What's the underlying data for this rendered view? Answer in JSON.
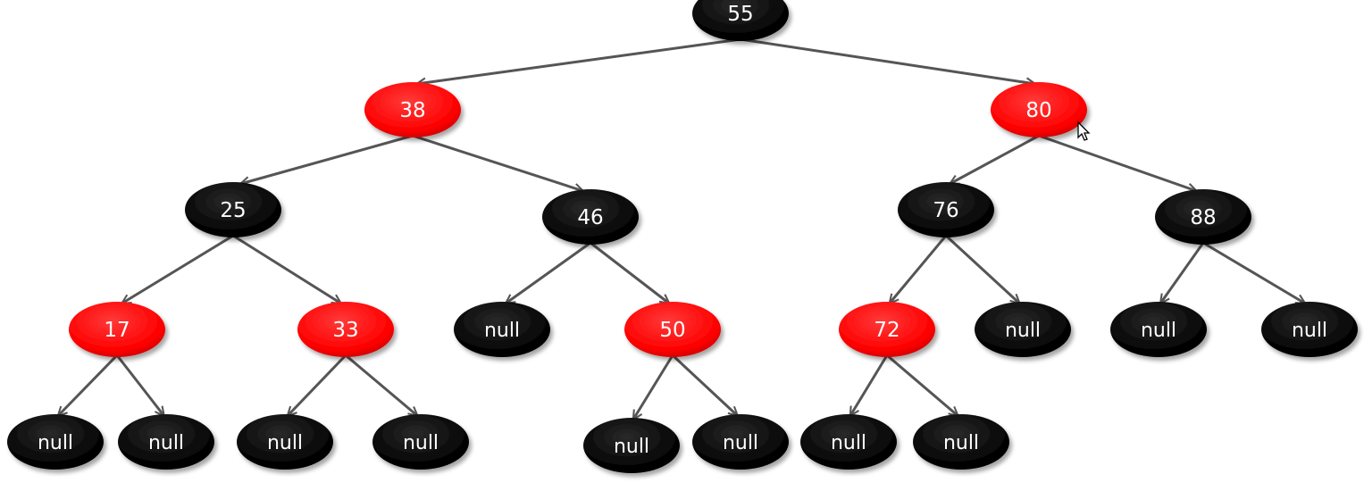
{
  "colors": {
    "red_node": "#ff0000",
    "black_node": "#000000",
    "edge": "#555555",
    "label": "#ffffff",
    "background": "#ffffff"
  },
  "tree": {
    "nodes": [
      {
        "id": "n55",
        "label": "55",
        "color": "black"
      },
      {
        "id": "n38",
        "label": "38",
        "color": "red"
      },
      {
        "id": "n80",
        "label": "80",
        "color": "red"
      },
      {
        "id": "n25",
        "label": "25",
        "color": "black"
      },
      {
        "id": "n46",
        "label": "46",
        "color": "black"
      },
      {
        "id": "n76",
        "label": "76",
        "color": "black"
      },
      {
        "id": "n88",
        "label": "88",
        "color": "black"
      },
      {
        "id": "n17",
        "label": "17",
        "color": "red"
      },
      {
        "id": "n33",
        "label": "33",
        "color": "red"
      },
      {
        "id": "n46L",
        "label": "null",
        "color": "black"
      },
      {
        "id": "n50",
        "label": "50",
        "color": "red"
      },
      {
        "id": "n72",
        "label": "72",
        "color": "red"
      },
      {
        "id": "n76R",
        "label": "null",
        "color": "black"
      },
      {
        "id": "n88L",
        "label": "null",
        "color": "black"
      },
      {
        "id": "n88R",
        "label": "null",
        "color": "black"
      },
      {
        "id": "n17L",
        "label": "null",
        "color": "black"
      },
      {
        "id": "n17R",
        "label": "null",
        "color": "black"
      },
      {
        "id": "n33L",
        "label": "null",
        "color": "black"
      },
      {
        "id": "n33R",
        "label": "null",
        "color": "black"
      },
      {
        "id": "n50L",
        "label": "null",
        "color": "black"
      },
      {
        "id": "n50R",
        "label": "null",
        "color": "black"
      },
      {
        "id": "n72L",
        "label": "null",
        "color": "black"
      },
      {
        "id": "n72R",
        "label": "null",
        "color": "black"
      }
    ],
    "edges": [
      [
        "n55",
        "n38"
      ],
      [
        "n55",
        "n80"
      ],
      [
        "n38",
        "n25"
      ],
      [
        "n38",
        "n46"
      ],
      [
        "n80",
        "n76"
      ],
      [
        "n80",
        "n88"
      ],
      [
        "n25",
        "n17"
      ],
      [
        "n25",
        "n33"
      ],
      [
        "n46",
        "n46L"
      ],
      [
        "n46",
        "n50"
      ],
      [
        "n76",
        "n72"
      ],
      [
        "n76",
        "n76R"
      ],
      [
        "n88",
        "n88L"
      ],
      [
        "n88",
        "n88R"
      ],
      [
        "n17",
        "n17L"
      ],
      [
        "n17",
        "n17R"
      ],
      [
        "n33",
        "n33L"
      ],
      [
        "n33",
        "n33R"
      ],
      [
        "n50",
        "n50L"
      ],
      [
        "n50",
        "n50R"
      ],
      [
        "n72",
        "n72L"
      ],
      [
        "n72",
        "n72R"
      ]
    ]
  }
}
